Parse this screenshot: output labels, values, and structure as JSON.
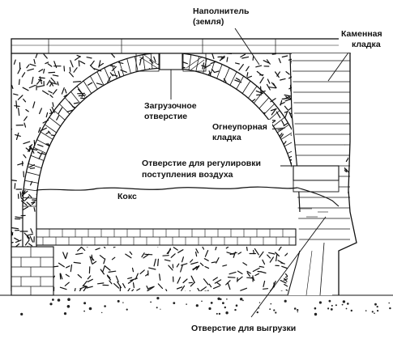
{
  "labels": {
    "filler_line1": "Наполнитель",
    "filler_line2": "(земля)",
    "stone_line1": "Каменная",
    "stone_line2": "кладка",
    "loading_line1": "Загрузочное",
    "loading_line2": "отверстие",
    "refractory_line1": "Огнеупорная",
    "refractory_line2": "кладка",
    "air_line1": "Отверстие для регулировки",
    "air_line2": "поступления воздуха",
    "coke": "Кокс",
    "unloading": "Отверстие для выгрузки"
  },
  "colors": {
    "ink": "#111111",
    "paper": "#ffffff"
  }
}
